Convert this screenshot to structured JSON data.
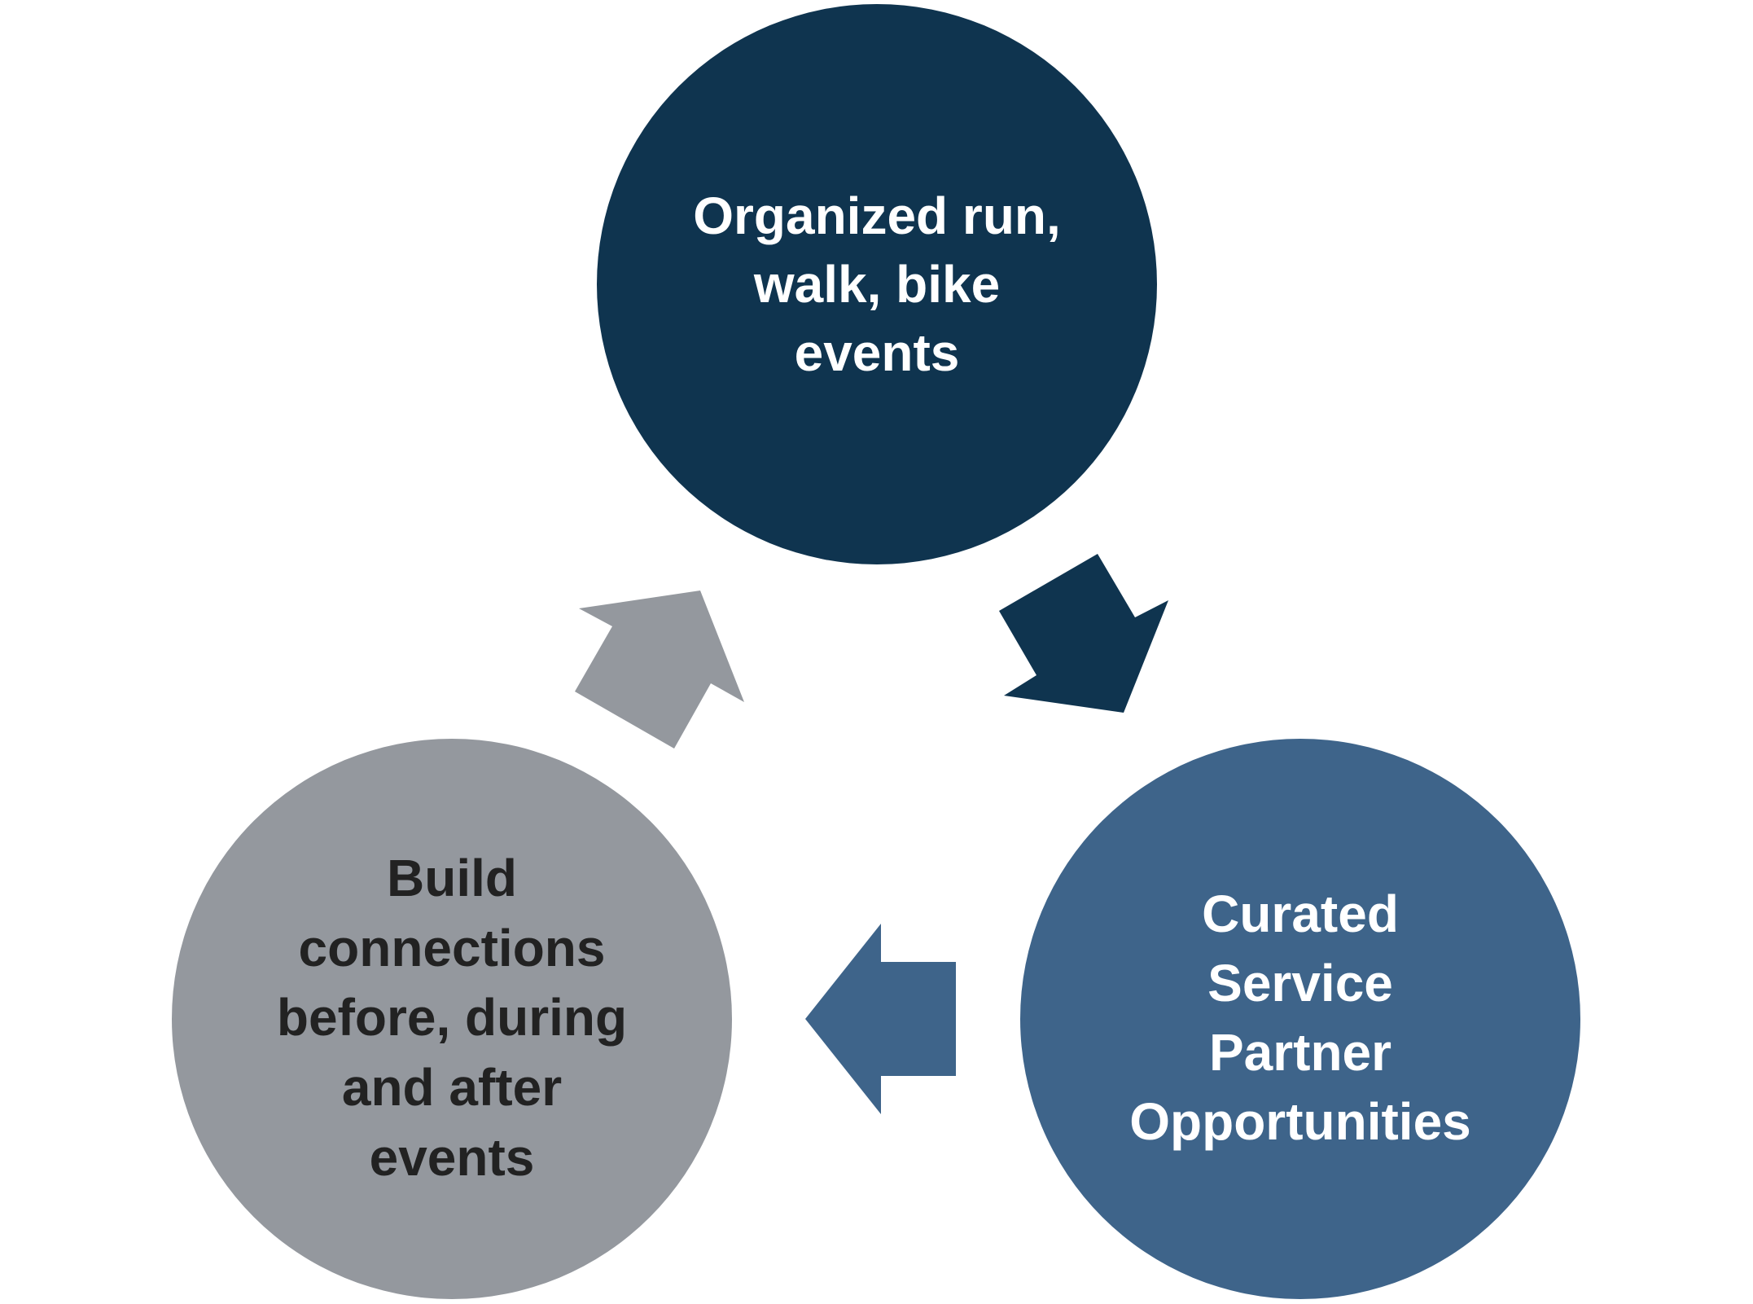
{
  "diagram": {
    "type": "cycle",
    "colors": {
      "navy": "#0f344f",
      "blue": "#3e648a",
      "gray": "#94989e",
      "text_light": "#ffffff",
      "text_dark": "#222222"
    },
    "nodes": [
      {
        "id": "events",
        "lines": [
          "Organized run,",
          "walk, bike",
          "events"
        ],
        "fill": "#0f344f",
        "text_color": "#ffffff"
      },
      {
        "id": "service",
        "lines": [
          "Curated",
          "Service",
          "Partner",
          "Opportunities"
        ],
        "fill": "#3e648a",
        "text_color": "#ffffff"
      },
      {
        "id": "connections",
        "lines": [
          "Build",
          "connections",
          "before, during",
          "and after",
          "events"
        ],
        "fill": "#94989e",
        "text_color": "#222222"
      }
    ],
    "arrows": [
      {
        "from": "events",
        "to": "service",
        "fill": "#0f344f",
        "direction": "down-right"
      },
      {
        "from": "service",
        "to": "connections",
        "fill": "#3e648a",
        "direction": "left"
      },
      {
        "from": "connections",
        "to": "events",
        "fill": "#94989e",
        "direction": "up-right"
      }
    ]
  }
}
